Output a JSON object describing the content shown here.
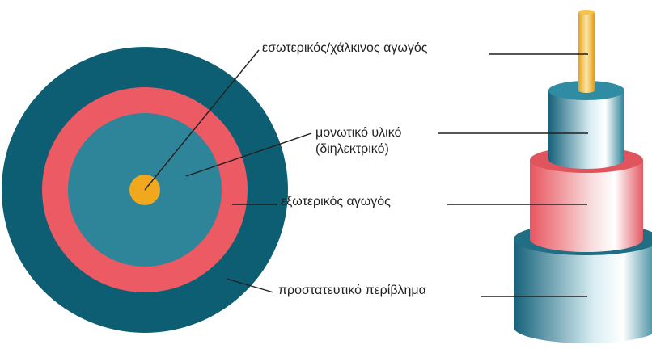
{
  "labels": {
    "inner_conductor": "εσωτερικός/χάλκινος αγωγός",
    "dielectric_line1": "μονωτικό υλικό",
    "dielectric_line2": "(διηλεκτρικό)",
    "outer_conductor": "εξωτερικός αγωγός",
    "jacket": "προστατευτικό περίβλημα"
  },
  "colors": {
    "jacket": "#0e5e73",
    "outer_conductor": "#ec5a63",
    "dielectric": "#2e8499",
    "core": "#f2a81d",
    "leader_line": "#231f20"
  }
}
